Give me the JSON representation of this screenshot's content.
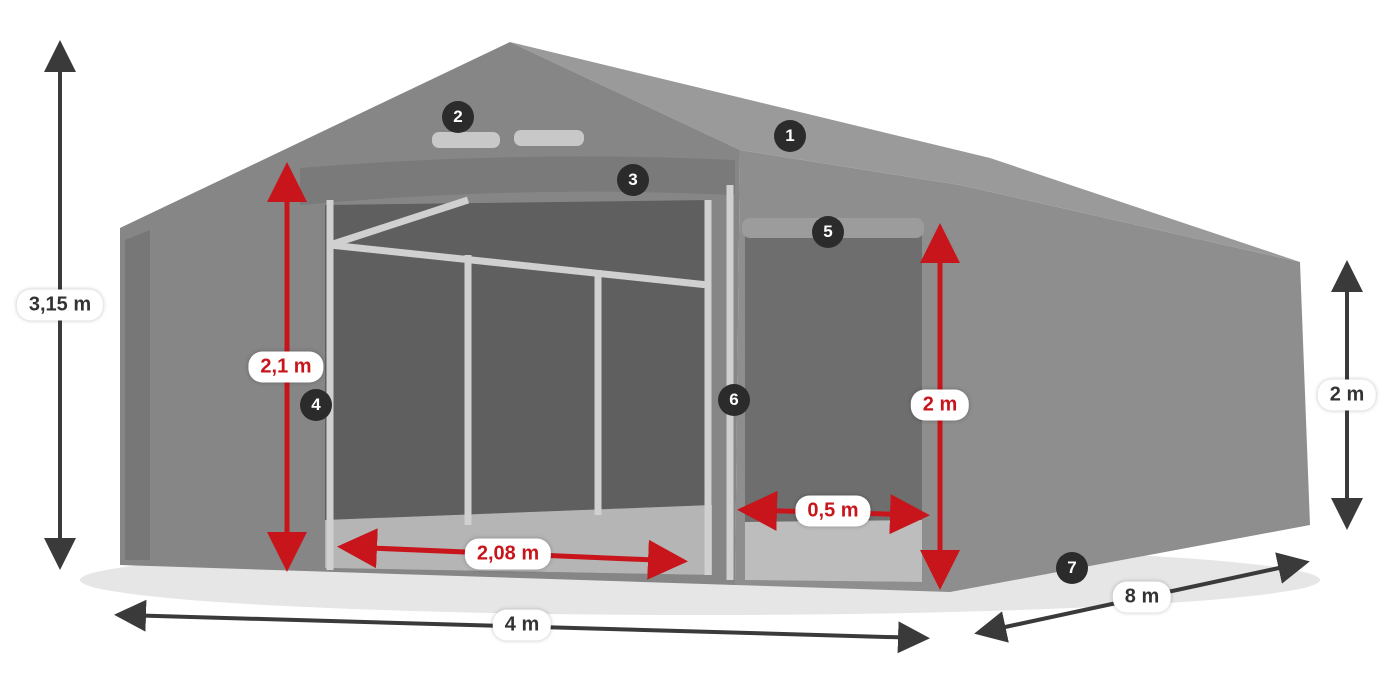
{
  "colors": {
    "dimension_dark": "#3a3a3a",
    "dimension_red": "#c8151b",
    "tent": "#8c8c8c",
    "marker": "#2b2b2b"
  },
  "dimensions": {
    "total_height": "3,15 m",
    "side_height": "2 m",
    "width": "4 m",
    "length": "8 m",
    "front_door_height": "2,1 m",
    "front_door_width": "2,08 m",
    "side_door_height": "2 m",
    "side_door_offset": "0,5 m"
  },
  "markers": [
    "1",
    "2",
    "3",
    "4",
    "5",
    "6",
    "7"
  ]
}
